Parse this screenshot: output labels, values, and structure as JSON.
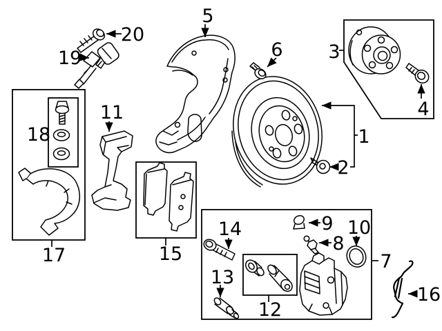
{
  "canvas": {
    "background": "#ffffff",
    "ink": "#000000"
  },
  "diagram": {
    "type": "exploded-parts-diagram",
    "callouts": [
      {
        "label": "1"
      },
      {
        "label": "2"
      },
      {
        "label": "3"
      },
      {
        "label": "4"
      },
      {
        "label": "5"
      },
      {
        "label": "6"
      },
      {
        "label": "7"
      },
      {
        "label": "8"
      },
      {
        "label": "9"
      },
      {
        "label": "10"
      },
      {
        "label": "11"
      },
      {
        "label": "12"
      },
      {
        "label": "13"
      },
      {
        "label": "14"
      },
      {
        "label": "15"
      },
      {
        "label": "16"
      },
      {
        "label": "17"
      },
      {
        "label": "18"
      },
      {
        "label": "19"
      },
      {
        "label": "20"
      }
    ]
  }
}
